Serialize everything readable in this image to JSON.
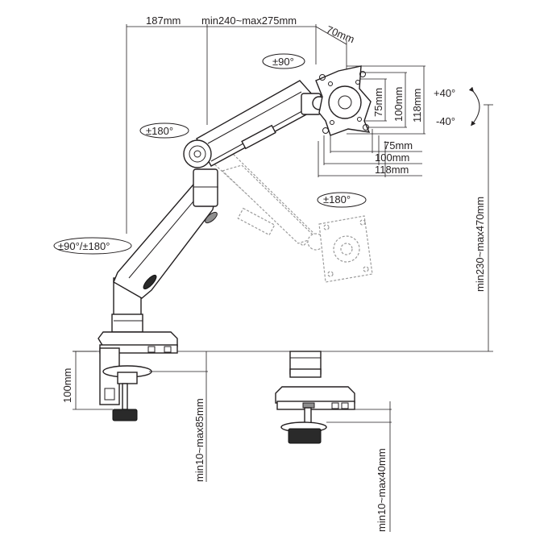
{
  "dimensions": {
    "arm_base": "187mm",
    "arm_extension": "min240~max275mm",
    "head_depth": "70mm",
    "vesa_h_75": "75mm",
    "vesa_h_100": "100mm",
    "vesa_h_118": "118mm",
    "vesa_w_75": "75mm",
    "vesa_w_100": "100mm",
    "vesa_w_118": "118mm",
    "height_range": "min230~max470mm",
    "clamp_height": "100mm",
    "clamp_range": "min10~max85mm",
    "grommet_range": "min10~max40mm"
  },
  "rotations": {
    "head_swivel": "±90°",
    "elbow": "±180°",
    "base": "±90°/±180°",
    "rotation": "±180°",
    "tilt_up": "+40°",
    "tilt_down": "-40°"
  }
}
